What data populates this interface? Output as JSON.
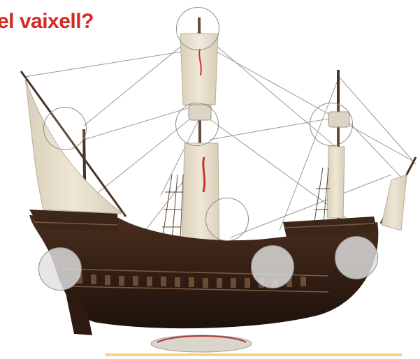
{
  "header": {
    "title": "el vaixell?"
  },
  "hotspots": [
    {
      "id": "hotspot-main-mast-top",
      "style": "clear"
    },
    {
      "id": "hotspot-lateen-sail",
      "style": "clear"
    },
    {
      "id": "hotspot-main-crows-nest",
      "style": "clear"
    },
    {
      "id": "hotspot-fore-crows-nest",
      "style": "clear"
    },
    {
      "id": "hotspot-main-deck",
      "style": "clear"
    },
    {
      "id": "hotspot-stern",
      "style": "filled"
    },
    {
      "id": "hotspot-midship-hull",
      "style": "filled"
    },
    {
      "id": "hotspot-bow",
      "style": "filled"
    }
  ],
  "colors": {
    "title": "#d42a22",
    "hull": "#3a2418",
    "sail": "#e6ddca",
    "accent_bar": "#f8d57a"
  }
}
